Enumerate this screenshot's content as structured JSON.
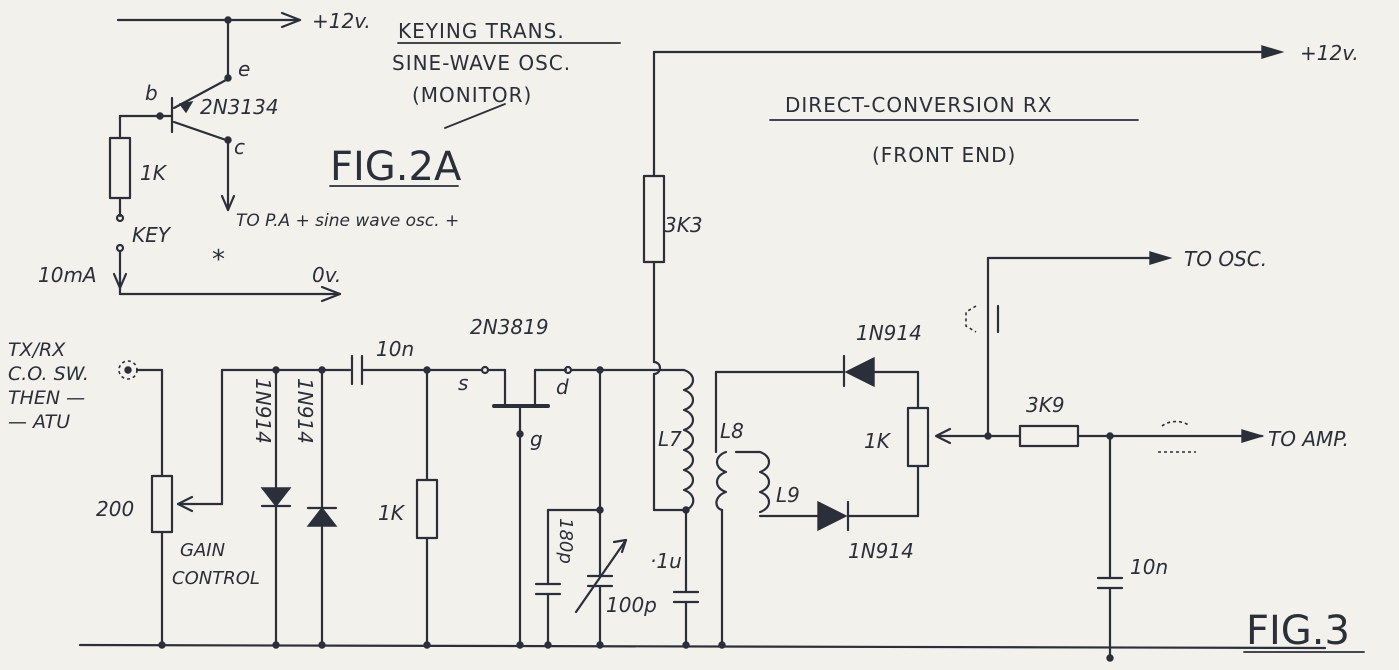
{
  "fig2a": {
    "title_line1": "KEYING TRANS.",
    "title_line2": "SINE-WAVE OSC.",
    "title_line3": "(MONITOR)",
    "fig_label": "FIG.2A",
    "supply": "+12v.",
    "pin_e": "e",
    "pin_b": "b",
    "pin_c": "c",
    "transistor": "2N3134",
    "resistor": "1K",
    "key": "KEY",
    "current": "10mA",
    "ground": "0v.",
    "output": "TO P.A + sine wave osc. +",
    "asterisk": "*"
  },
  "fig3": {
    "title_line1": "DIRECT-CONVERSION RX",
    "title_line2": "(FRONT END)",
    "fig_label": "FIG.3",
    "supply": "+12v.",
    "to_osc": "TO OSC.",
    "to_amp": "TO AMP.",
    "input_line1": "TX/RX",
    "input_line2": "C.O. SW.",
    "input_line3": "THEN —",
    "input_line4": "— ATU",
    "pot_gain": "200",
    "gain_line1": "GAIN",
    "gain_line2": "CONTROL",
    "diode_a": "1N914",
    "diode_b": "1N914",
    "cap_in": "10n",
    "fet": "2N3819",
    "pin_s": "s",
    "pin_d": "d",
    "pin_g": "g",
    "r_gate": "1K",
    "r_drain": "3K3",
    "cap_180": "180p",
    "cap_100": "100p",
    "cap_1u": "·1u",
    "coil_l7": "L7",
    "coil_l8": "L8",
    "coil_l9": "L9",
    "diode_top": "1N914",
    "diode_bot": "1N914",
    "pot_bal": "1K",
    "r_out": "3K9",
    "cap_out": "10n"
  }
}
